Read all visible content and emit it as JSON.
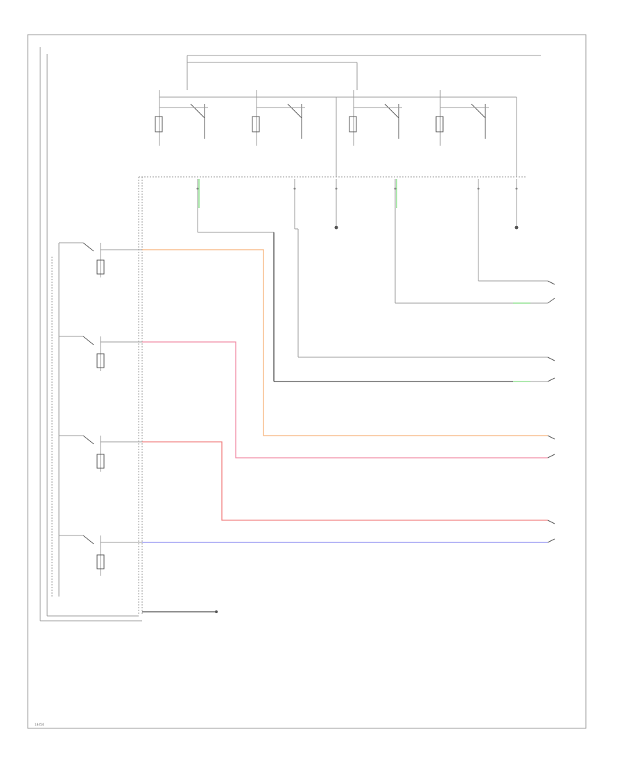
{
  "wire_colors": {
    "orange": "#f7b27a",
    "pink": "#f08aa4",
    "red": "#f08080",
    "blue": "#8c8cf0",
    "green": "#7ddc7d",
    "dark": "#4a4a4a",
    "light": "#9a9a9a"
  },
  "icons": [
    "ground-symbol",
    "connector-pin",
    "relay-switch",
    "relay-coil"
  ],
  "footer": {
    "code": "18454"
  }
}
